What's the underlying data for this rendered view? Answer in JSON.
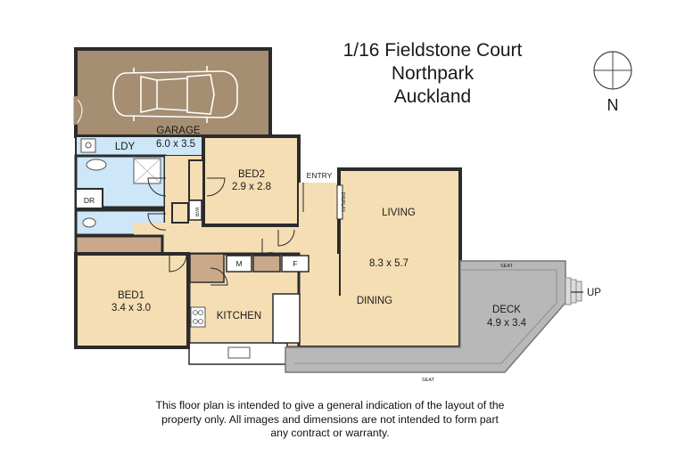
{
  "address": {
    "line1": "1/16 Fieldstone Court",
    "line2": "Northpark",
    "line3": "Auckland"
  },
  "compass": {
    "label": "N"
  },
  "rooms": {
    "garage": {
      "name": "GARAGE",
      "dims": "6.0 x 3.5"
    },
    "laundry": {
      "name": "LDY"
    },
    "bed2": {
      "name": "BED2",
      "dims": "2.9 x 2.8"
    },
    "entry": {
      "name": "ENTRY"
    },
    "display": {
      "name": "DISPLAY"
    },
    "living": {
      "name": "LIVING"
    },
    "living_dining": {
      "dims": "8.3 x 5.7"
    },
    "dining": {
      "name": "DINING"
    },
    "dr": {
      "name": "DR"
    },
    "wardrobe": {
      "name": "W/R"
    },
    "bed1": {
      "name": "BED1",
      "dims": "3.4 x 3.0"
    },
    "kitchen": {
      "name": "KITCHEN"
    },
    "microwave": {
      "name": "M"
    },
    "fridge": {
      "name": "F"
    },
    "deck": {
      "name": "DECK",
      "dims": "4.9 x 3.4"
    },
    "seat_top": {
      "name": "SEAT"
    },
    "seat_bottom": {
      "name": "SEAT"
    },
    "stairs": {
      "name": "UP"
    }
  },
  "disclaimer": {
    "line1": "This floor plan is intended to give a general indication of the layout of the",
    "line2": "property only. All images and dimensions are not intended to form part",
    "line3": "any contract or warranty."
  },
  "colors": {
    "garage": "#a58e72",
    "rooms": "#f5deb3",
    "wet_areas": "#cde6f8",
    "deck": "#b8b8b8",
    "walls": "#2b2b2b",
    "storage": "#c9a98a"
  }
}
